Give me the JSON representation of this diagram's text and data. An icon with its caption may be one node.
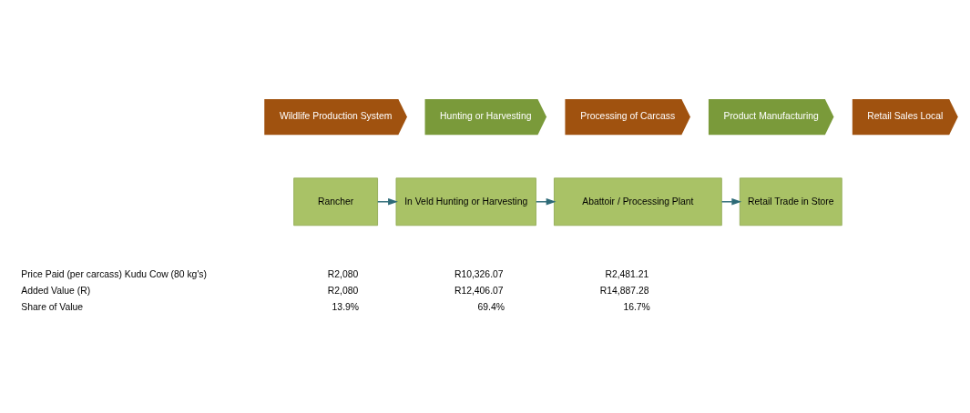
{
  "diagram": {
    "nodes": [
      {
        "text": [
          "Wildlife Production System"
        ]
      },
      {
        "text": [
          "Hunting or Harvesting"
        ]
      },
      {
        "text": [
          "Processing of Carcass"
        ]
      },
      {
        "text": [
          "Product Manufacturing"
        ]
      },
      {
        "text": [
          "Retail Sales Local"
        ]
      },
      {
        "text": [
          "Rancher"
        ]
      },
      {
        "text": [
          "In Veld Hunting or Harvesting"
        ]
      },
      {
        "text": [
          "Abattoir / Processing Plant"
        ]
      },
      {
        "text": [
          "Retail Trade in Store"
        ]
      }
    ],
    "edges": [
      {
        "from": 5,
        "to": 6,
        "arrow": "to"
      },
      {
        "from": 6,
        "to": 7,
        "arrow": "to"
      },
      {
        "from": 7,
        "to": 8,
        "arrow": "to"
      }
    ],
    "labels": [
      "Price Paid (per carcass) Kudu Cow (80 kg's)",
      "R2,080",
      "R10,326.07",
      "R2,481.21",
      "Added Value (R)",
      "R2,080",
      "R12,406.07",
      "R14,887.28",
      "Share of Value",
      "13.9%",
      "69.4%",
      "16.7%"
    ]
  }
}
